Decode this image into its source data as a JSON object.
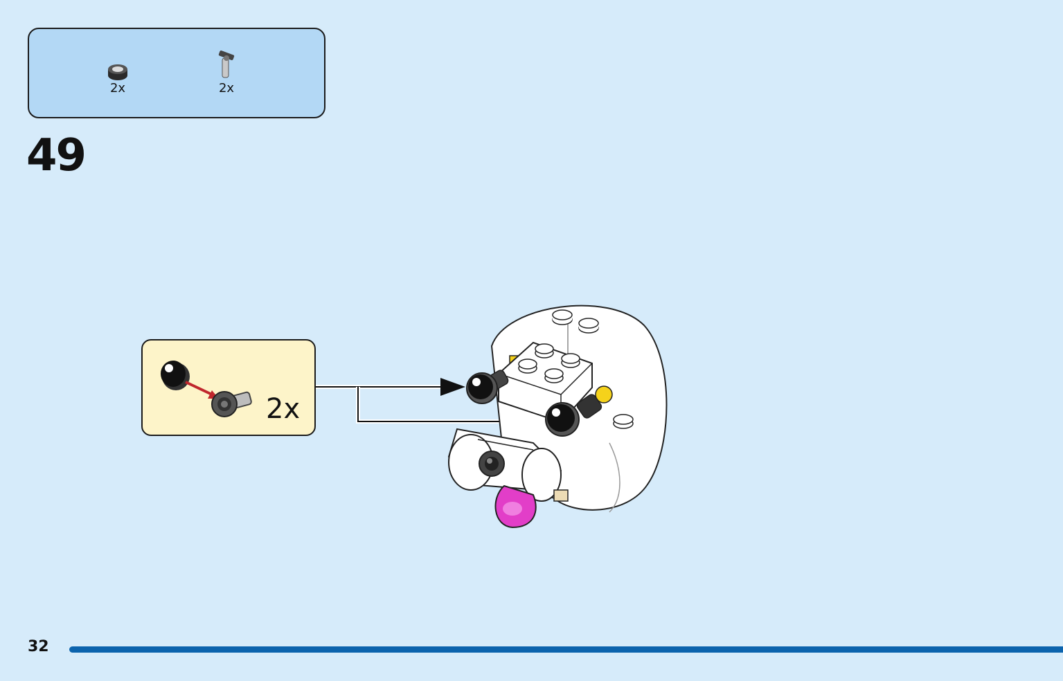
{
  "parts_list": {
    "items": [
      {
        "icon": "round-tile-black-icon",
        "qty": "2x"
      },
      {
        "icon": "clip-bracket-icon",
        "qty": "2x"
      }
    ]
  },
  "step": {
    "number": "49"
  },
  "callout": {
    "qty": "2x"
  },
  "page": {
    "number": "32"
  },
  "colors": {
    "background": "#d6ebfa",
    "parts_box": "#b3d8f5",
    "callout_box": "#fdf4c9",
    "footer_bar": "#0b63ad"
  }
}
